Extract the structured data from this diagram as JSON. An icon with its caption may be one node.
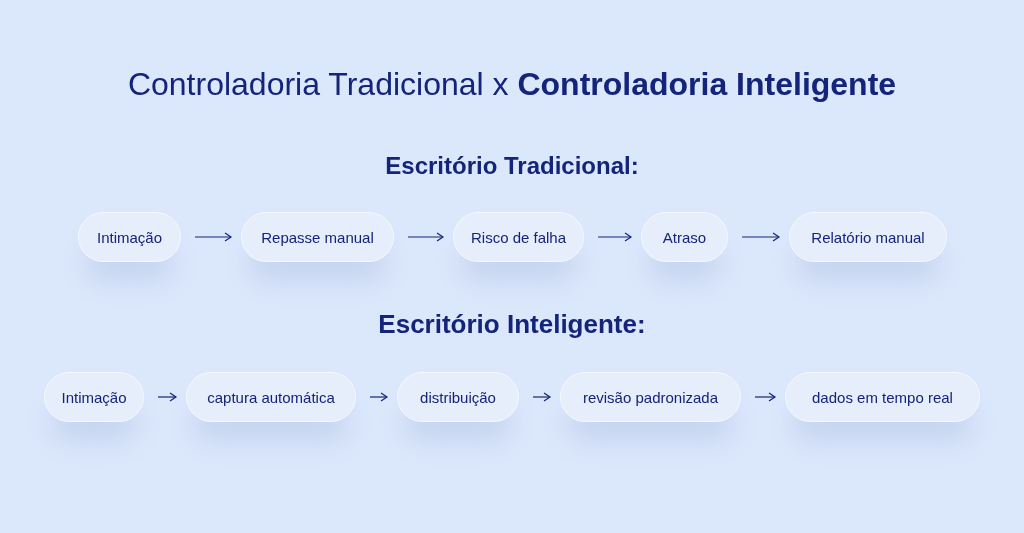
{
  "diagram": {
    "title": "Controladoria Tradicional x **Controladoria Inteligente**",
    "nodes": [
      {
        "text": [
          "Intimação"
        ]
      },
      {
        "text": [
          "Repasse manual"
        ]
      },
      {
        "text": [
          "Risco de falha"
        ]
      },
      {
        "text": [
          "Atraso"
        ]
      },
      {
        "text": [
          "Relatório manual"
        ]
      },
      {
        "text": [
          "Intimação"
        ]
      },
      {
        "text": [
          "captura automática"
        ]
      },
      {
        "text": [
          "distribuição"
        ]
      },
      {
        "text": [
          "revisão padronizada"
        ]
      },
      {
        "text": [
          "dados em tempo real"
        ]
      }
    ],
    "edges": [
      {
        "from": 0,
        "to": 1,
        "arrow": "to"
      },
      {
        "from": 1,
        "to": 2,
        "arrow": "to"
      },
      {
        "from": 2,
        "to": 3,
        "arrow": "to"
      },
      {
        "from": 3,
        "to": 4,
        "arrow": "to"
      },
      {
        "from": 5,
        "to": 6,
        "arrow": "to"
      },
      {
        "from": 6,
        "to": 7,
        "arrow": "to"
      },
      {
        "from": 7,
        "to": 8,
        "arrow": "to"
      },
      {
        "from": 8,
        "to": 9,
        "arrow": "to"
      }
    ],
    "labels": [
      "Escritório Tradicional:",
      "Escritório Inteligente:"
    ]
  }
}
